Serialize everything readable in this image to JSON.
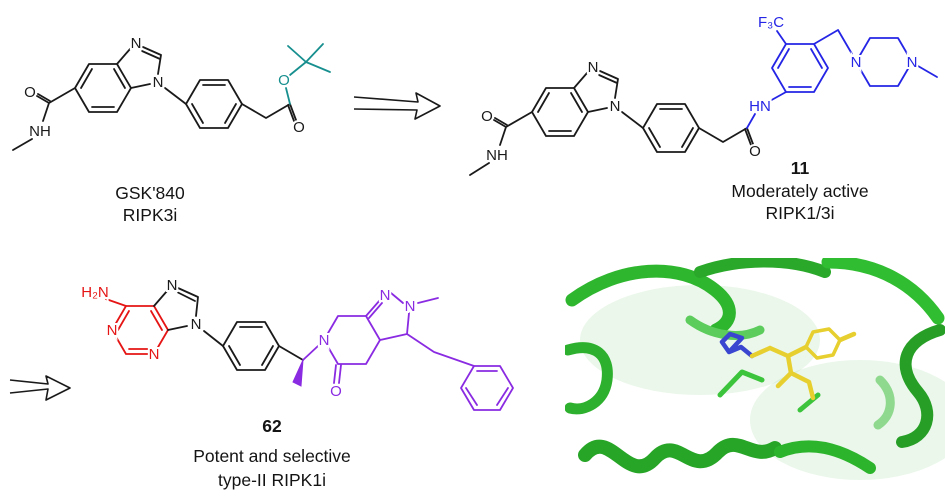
{
  "figure": {
    "compound1": {
      "name": "GSK'840",
      "target": "RIPK3i",
      "atoms": {
        "o_amide": "O",
        "nh_amide": "NH",
        "n_imidazole_3": "N",
        "n_imidazole_1": "N",
        "o_carbonyl": "O",
        "o_ester": "O"
      }
    },
    "compound2": {
      "number": "11",
      "activity": "Moderately active",
      "target": "RIPK1/3i",
      "atoms": {
        "o_amide": "O",
        "nh_amide": "NH",
        "n_imidazole_3": "N",
        "n_imidazole_1": "N",
        "o_carbonyl": "O",
        "hn_anilide": "HN",
        "cf3": "F₃C",
        "n_piperazine_1": "N",
        "n_piperazine_4": "N"
      }
    },
    "compound3": {
      "number": "62",
      "activity": "Potent and selective",
      "target": "type-II RIPK1i",
      "atoms": {
        "h2n": "H₂N",
        "n_purine_1": "N",
        "n_purine_3": "N",
        "n_purine_7": "N",
        "n_purine_9": "N",
        "n_amide": "N",
        "o_carbonyl": "O",
        "n_pyrazole_2": "N",
        "n_pyrazole_1": "N"
      }
    },
    "colors": {
      "scaffold": "#1a1a1a",
      "ester_teal": "#188f8f",
      "amine_blue": "#2525e6",
      "adenine_red": "#e51515",
      "pyrazolone_purple": "#8a2be2",
      "protein_green": "#2db42d",
      "ligand_yellow": "#e6cf2e"
    }
  }
}
